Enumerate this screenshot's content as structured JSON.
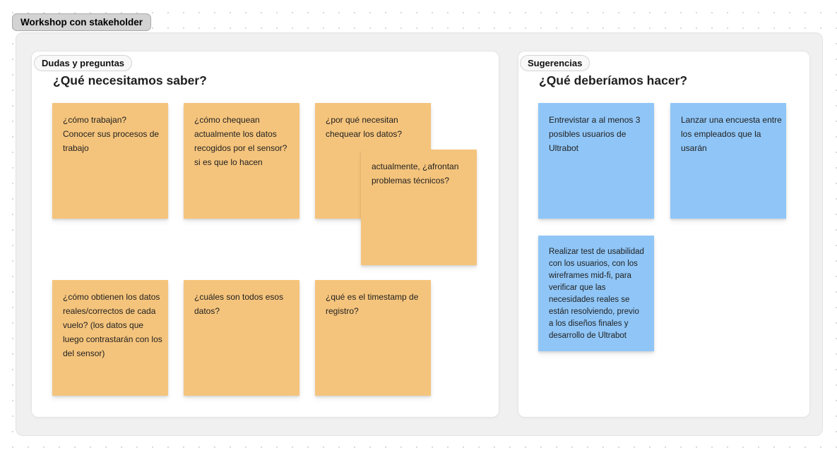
{
  "section": {
    "label": "Workshop con stakeholder"
  },
  "frames": [
    {
      "label": "Dudas y preguntas",
      "title": "¿Qué necesitamos saber?",
      "sticky_color": "#F5C47C",
      "stickies": [
        {
          "text": "¿cómo trabajan?\nConocer sus procesos de\ntrabajo"
        },
        {
          "text": "¿cómo chequean\nactualmente los datos\nrecogidos por el sensor?\nsi es que lo hacen"
        },
        {
          "text": "¿por qué necesitan\nchequear los datos?"
        },
        {
          "text": "actualmente, ¿afrontan\nproblemas técnicos?"
        },
        {
          "text": "¿cómo obtienen los datos\nreales/correctos de cada\nvuelo? (los datos que\nluego contrastarán con los\ndel sensor)"
        },
        {
          "text": "¿cuáles son todos esos\ndatos?"
        },
        {
          "text": "¿qué es el timestamp de\nregistro?"
        }
      ]
    },
    {
      "label": "Sugerencias",
      "title": "¿Qué deberíamos hacer?",
      "sticky_color": "#90C6F7",
      "stickies": [
        {
          "text": "Entrevistar a al menos 3\nposibles usuarios de\nUltrabot"
        },
        {
          "text": "Lanzar una encuesta entre\nlos empleados que la\nusarán"
        },
        {
          "text": "Realizar test de usabilidad\ncon los usuarios, con los\nwireframes mid-fi, para\nverificar que las\nnecesidades reales se\nestán resolviendo, previo\na los diseños finales y\ndesarrollo de Ultrabot"
        }
      ]
    }
  ],
  "colors": {
    "sticky_orange": "#F5C47C",
    "sticky_blue": "#90C6F7",
    "section_fill": "#F0F0F0",
    "frame_fill": "#FFFFFF",
    "section_tag_fill": "#D3D3D3",
    "frame_tag_fill": "#F8F8F8",
    "text": "#1F1F1F",
    "dot_grid": "#D9D9D9"
  }
}
